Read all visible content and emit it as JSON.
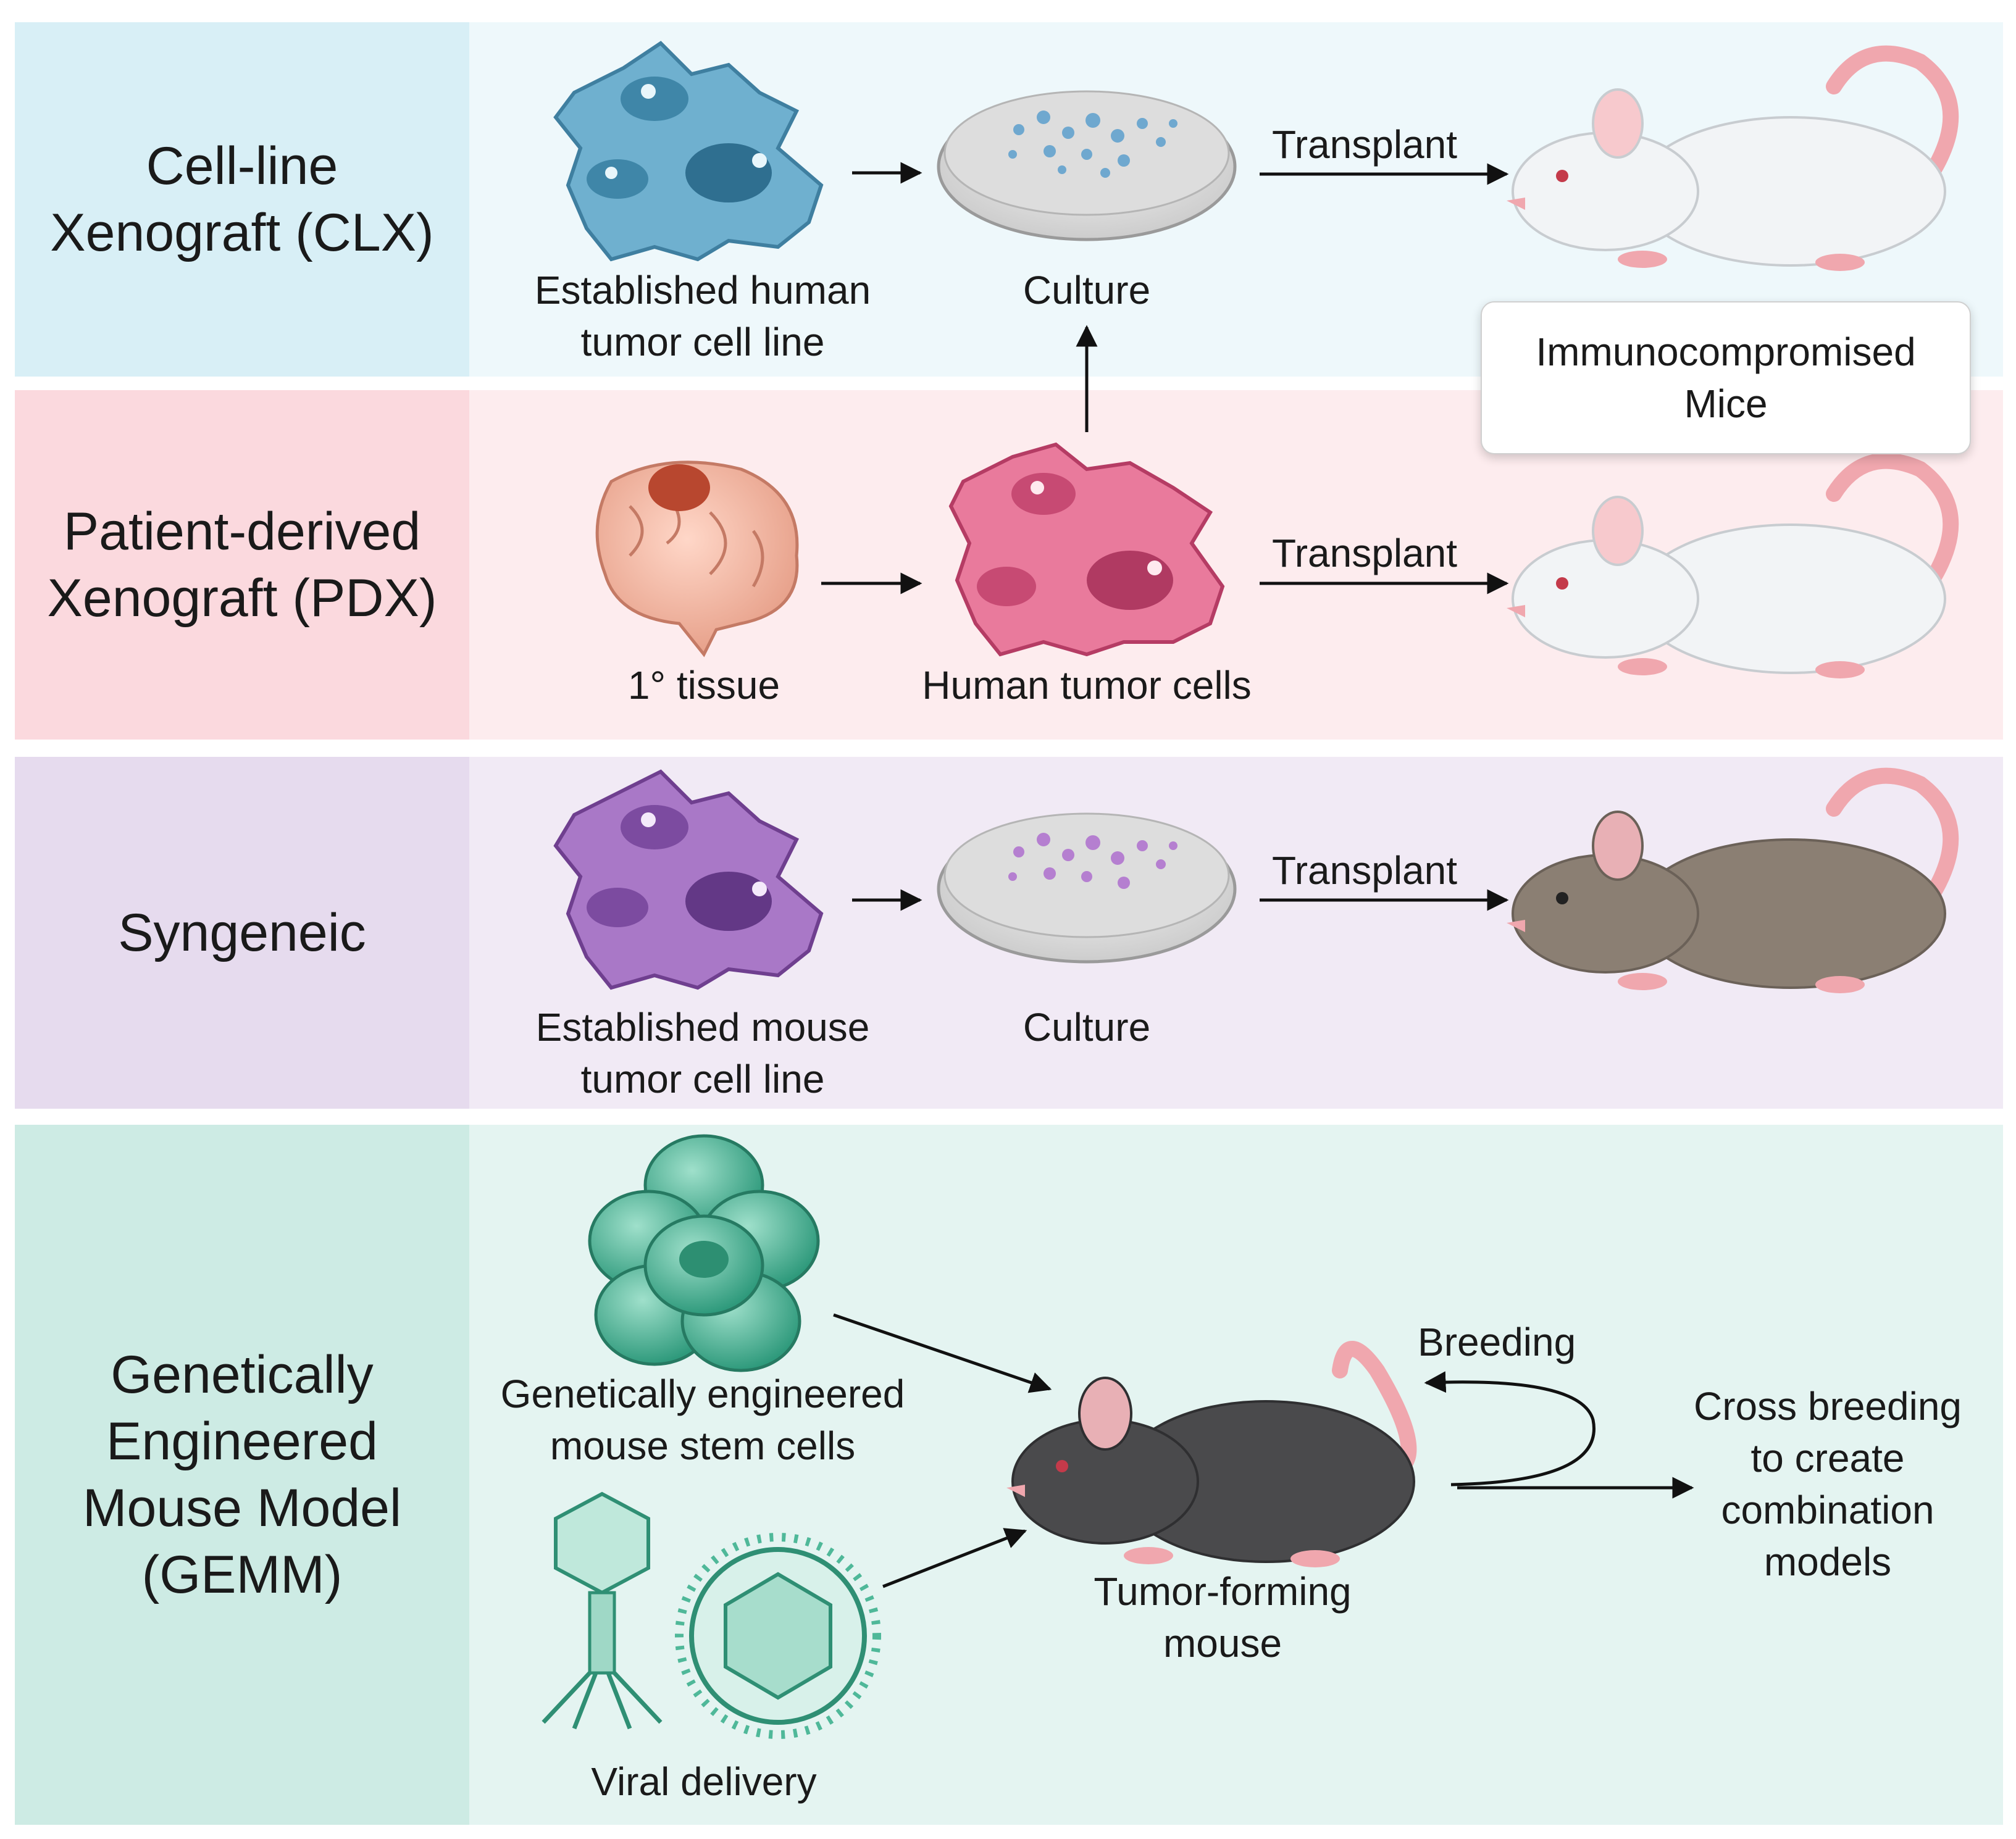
{
  "rows": [
    {
      "label_lines": [
        "Cell-line",
        "Xenograft (CLX)"
      ],
      "bg": "#d8eff6",
      "body_bg": "#eef8fb",
      "cells_color": "#5fa3c2",
      "cells_caption": [
        "Established human",
        "tumor cell line"
      ],
      "culture_caption": "Culture",
      "transplant_label": "Transplant"
    },
    {
      "label_lines": [
        "Patient-derived",
        "Xenograft (PDX)"
      ],
      "bg": "#fbd9de",
      "body_bg": "#fdecee",
      "tissue_caption": "1° tissue",
      "cells_color": "#d9507a",
      "cells_caption": "Human tumor cells",
      "transplant_label": "Transplant"
    },
    {
      "label_lines": [
        "Syngeneic"
      ],
      "bg": "#e6dbee",
      "body_bg": "#f1eaf5",
      "cells_color": "#9a5fb7",
      "cells_caption": [
        "Established mouse",
        "tumor cell line"
      ],
      "culture_caption": "Culture",
      "transplant_label": "Transplant"
    },
    {
      "label_lines": [
        "Genetically",
        "Engineered",
        "Mouse Model",
        "(GEMM)"
      ],
      "bg": "#cdebe4",
      "body_bg": "#e4f4f1",
      "stem_caption": [
        "Genetically engineered",
        "mouse stem cells"
      ],
      "viral_caption": "Viral delivery",
      "mouse_caption": [
        "Tumor-forming",
        "mouse"
      ],
      "breeding_label": "Breeding",
      "cross_caption": [
        "Cross breeding",
        "to create",
        "combination",
        "models"
      ]
    }
  ],
  "callout": [
    "Immunocompromised",
    "Mice"
  ],
  "colors": {
    "white_mouse": "#f2f4f6",
    "brown_mouse": "#8b7f73",
    "black_mouse": "#4a4a4c",
    "pink": "#f0a7ae",
    "gemm_green": "#4fb899"
  }
}
